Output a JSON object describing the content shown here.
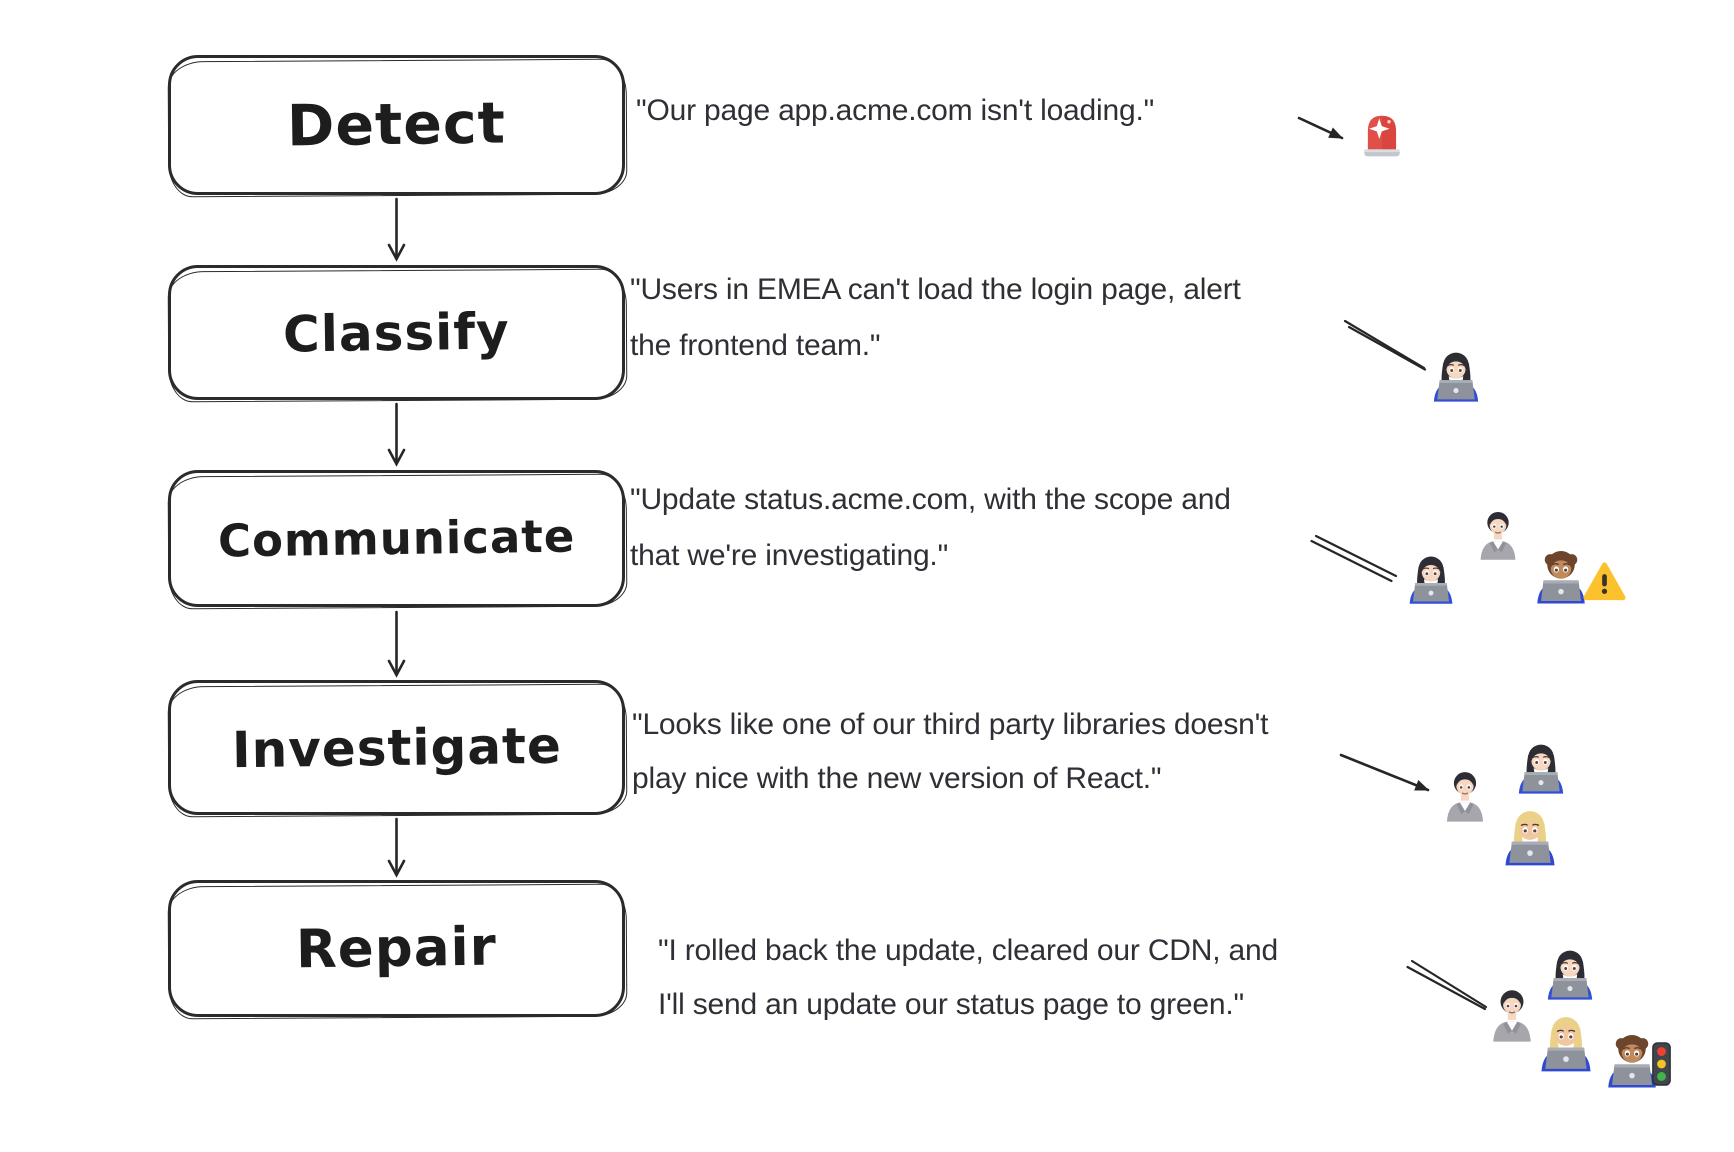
{
  "colors": {
    "ink": "#2b2b2b",
    "quote_text": "#2f2f36",
    "box_fill": "#ffffff",
    "siren_red": "#e04a42",
    "warning_yellow": "#fbc22d",
    "shirt_blue": "#3050d8",
    "suit_gray": "#a6a6ac"
  },
  "steps": [
    {
      "label": "Detect",
      "quote_lines": [
        "\"Our page app.acme.com isn't loading.\""
      ],
      "emojis": [
        "rotating-light"
      ]
    },
    {
      "label": "Classify",
      "quote_lines": [
        "\"Users in EMEA can't load the login page, alert",
        "the frontend team.\""
      ],
      "emojis": [
        "woman-technologist-light"
      ]
    },
    {
      "label": "Communicate",
      "quote_lines": [
        "\"Update status.acme.com, with the scope and",
        "that we're investigating.\""
      ],
      "emojis": [
        "woman-technologist-light",
        "office-worker-light",
        "technologist-medium",
        "warning-sign"
      ]
    },
    {
      "label": "Investigate",
      "quote_lines": [
        "\"Looks like one of our third party libraries doesn't",
        "play nice with the new version of React.\""
      ],
      "emojis": [
        "office-worker-light",
        "woman-technologist-light",
        "woman-technologist-blonde"
      ]
    },
    {
      "label": "Repair",
      "quote_lines": [
        "\"I rolled back the update, cleared our CDN, and",
        "I'll send an update our status page to green.\""
      ],
      "emojis": [
        "office-worker-light",
        "woman-technologist-light",
        "woman-technologist-blonde",
        "technologist-medium",
        "traffic-light"
      ]
    }
  ]
}
